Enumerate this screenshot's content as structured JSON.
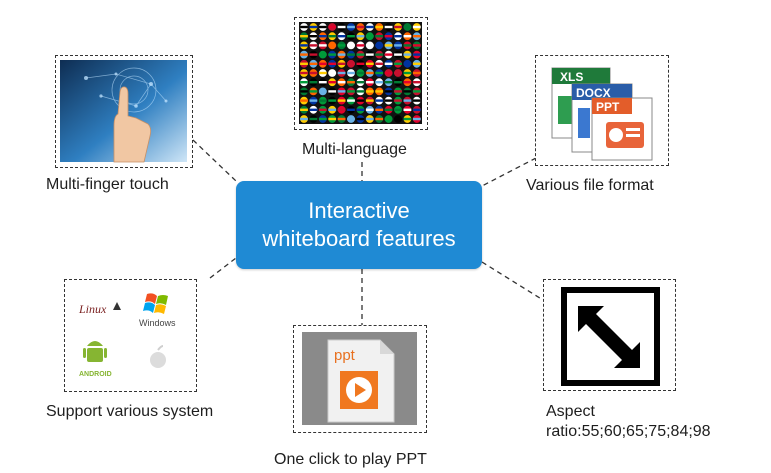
{
  "center": {
    "title_line1": "Interactive",
    "title_line2": "whiteboard features"
  },
  "features": {
    "multi_finger_touch": "Multi-finger touch",
    "multi_language": "Multi-language",
    "file_format": "Various file format",
    "support_system": "Support various system",
    "one_click_ppt": "One click to play PPT",
    "aspect_ratio": "Aspect ratio:55;60;65;75;84;98"
  },
  "thumbnails": {
    "file_format": {
      "xls": "XLS",
      "docx": "DOCX",
      "ppt": "PPT"
    },
    "ppt_player": {
      "tag": "ppt"
    },
    "systems": {
      "linux": "Linux",
      "windows": "Windows",
      "android": "ANDROID"
    }
  },
  "colors": {
    "center_box": "#1f8ad4",
    "ppt_orange": "#f07820",
    "touch_blue": "#1d5e9a",
    "xls_green": "#1f7a3a",
    "docx_blue": "#2a5da8"
  }
}
